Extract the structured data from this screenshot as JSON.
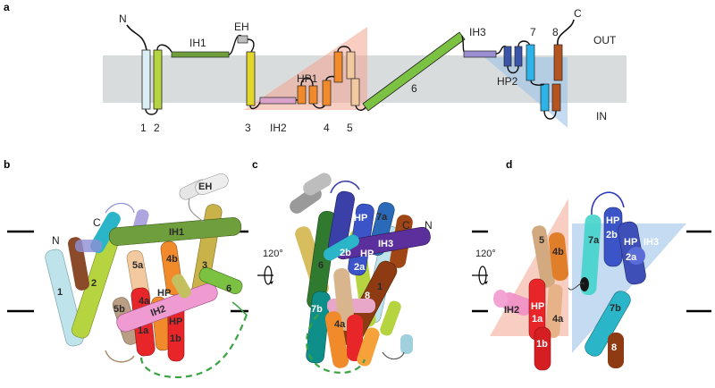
{
  "panels": {
    "a": "a",
    "b": "b",
    "c": "c",
    "d": "d"
  },
  "topology": {
    "n_term": "N",
    "c_term": "C",
    "out": "OUT",
    "in": "IN",
    "eh": "EH",
    "ih1": "IH1",
    "ih2": "IH2",
    "ih3": "IH3",
    "hp1": "HP1",
    "hp2": "HP2",
    "bottom_numbers": [
      "1",
      "2",
      "3",
      "4",
      "5"
    ],
    "tm6": "6",
    "top_numbers": [
      "7",
      "8"
    ]
  },
  "panel_b": {
    "n": "N",
    "c": "C",
    "eh": "EH",
    "ih1": "IH1",
    "ih2": "IH2",
    "tm1": "1",
    "tm2": "2",
    "tm3": "3",
    "tm6": "6",
    "h4a": "4a",
    "h4b": "4b",
    "h5a": "5a",
    "h5b": "5b",
    "h1a": "1a",
    "h1b": "1b",
    "hp_a": "HP",
    "hp_b": "HP"
  },
  "panel_c": {
    "rotation": "120°",
    "n": "N",
    "c": "C",
    "ih3": "IH3",
    "tm1": "1",
    "tm6": "6",
    "tm8": "8",
    "h7a": "7a",
    "h7b": "7b",
    "h2b": "2b",
    "h2a": "2a",
    "h4a": "4a",
    "hp_a": "HP",
    "hp_b": "HP"
  },
  "panel_d": {
    "rotation": "120°",
    "ih2": "IH2",
    "ih3": "IH3",
    "h5": "5",
    "h4b": "4b",
    "h4a": "4a",
    "h7a": "7a",
    "h7b": "7b",
    "h2b": "2b",
    "h2a": "2a",
    "h1b": "1b",
    "h1a": "1a",
    "h8": "8",
    "hp_a": "HP",
    "hp_b": "HP",
    "hp_c": "HP"
  },
  "colors": {
    "membrane": "#d9dcdd",
    "hp1_triangle": "#f2a48f",
    "hp2_triangle": "#9cc3e8",
    "tm1": "#dbeef4",
    "tm2": "#b6d340",
    "ih1": "#6f9e3c",
    "eh": "#bdbdbd",
    "tm3": "#e2d62c",
    "ih2": "#d9a3c9",
    "hp1": "#f08a2a",
    "tm5": "#f3c9a0",
    "tm6": "#7cc242",
    "ih3": "#9c8fd1",
    "hp2": "#3b55a8",
    "tm7": "#2eb3e8",
    "tm8": "#b4541f"
  }
}
